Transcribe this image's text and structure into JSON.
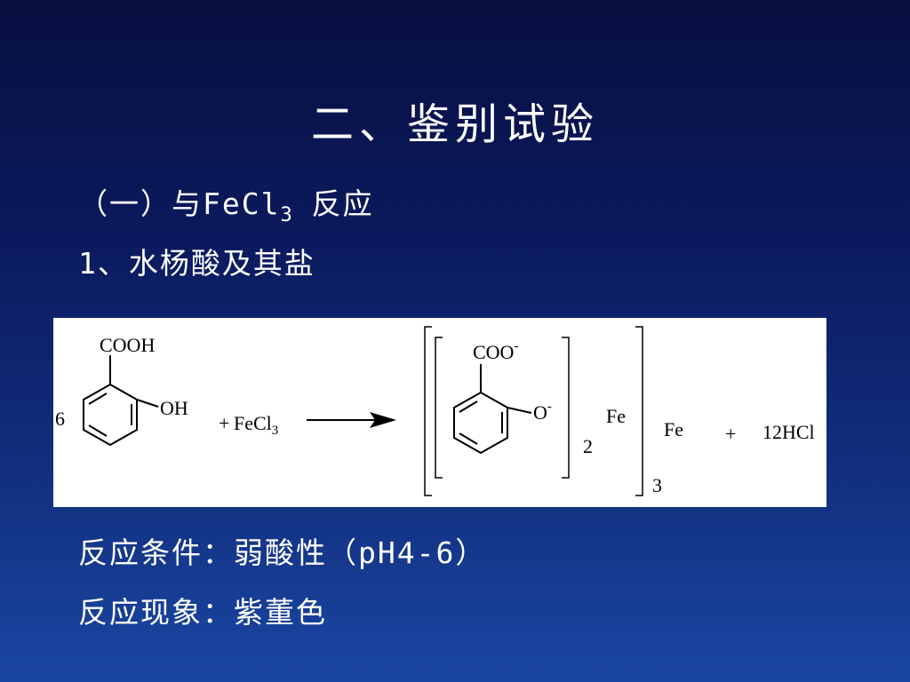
{
  "slide": {
    "title": "二、鉴别试验",
    "section_heading": {
      "prefix": "（一）与FeCl",
      "subscript": "3",
      "suffix": " 反应"
    },
    "item_heading": "1、水杨酸及其盐",
    "condition": "反应条件：弱酸性（pH4-6）",
    "phenomenon": "反应现象：紫董色"
  },
  "equation": {
    "reactant_coefficient": "6",
    "reactant_group_top": "COOH",
    "reactant_group_side": "OH",
    "plus": "+",
    "reagent_main": "FeCl",
    "reagent_subscript": "3",
    "product_group_top": "COO",
    "product_group_side": "O",
    "charge": "-",
    "inner_metal": "Fe",
    "inner_count": "2",
    "outer_metal": "Fe",
    "outer_count": "3",
    "byproduct_plus": "+",
    "byproduct": "12HCl"
  },
  "colors": {
    "background_top": "#080f40",
    "background_bottom": "#1a46a3",
    "text": "#ffffff",
    "figure_background": "#ffffff",
    "figure_ink": "#000000"
  }
}
